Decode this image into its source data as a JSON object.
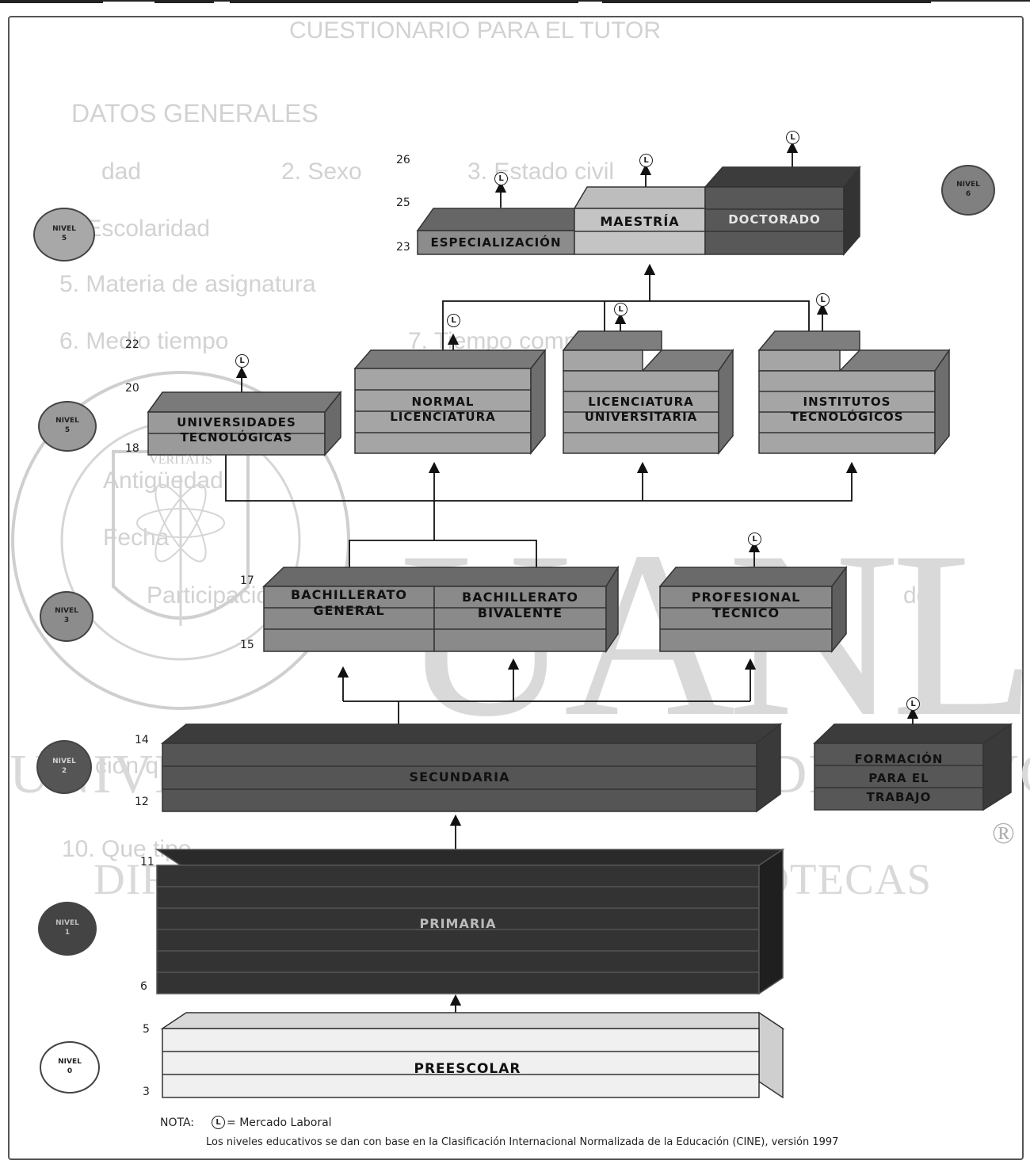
{
  "diagram": {
    "boxes": {
      "especializacion": "ESPECIALIZACIÓN",
      "maestria": "MAESTRÍA",
      "doctorado": "DOCTORADO",
      "univ_tec_1": "UNIVERSIDADES",
      "univ_tec_2": "TECNOLÓGICAS",
      "normal_1": "NORMAL",
      "normal_2": "LICENCIATURA",
      "lic_univ_1": "LICENCIATURA",
      "lic_univ_2": "UNIVERSITARIA",
      "inst_tec_1": "INSTITUTOS",
      "inst_tec_2": "TECNOLÓGICOS",
      "bach_gen_1": "BACHILLERATO",
      "bach_gen_2": "GENERAL",
      "bach_biv_1": "BACHILLERATO",
      "bach_biv_2": "BIVALENTE",
      "prof_tec_1": "PROFESIONAL",
      "prof_tec_2": "TECNICO",
      "secundaria": "SECUNDARIA",
      "formacion_1": "FORMACIÓN",
      "formacion_2": "PARA EL",
      "formacion_3": "TRABAJO",
      "primaria": "PRIMARIA",
      "preescolar": "PREESCOLAR"
    },
    "levels": [
      {
        "word": "NIVEL",
        "num": "6"
      },
      {
        "word": "NIVEL",
        "num": "5"
      },
      {
        "word": "NIVEL",
        "num": "5"
      },
      {
        "word": "NIVEL",
        "num": "3"
      },
      {
        "word": "NIVEL",
        "num": "2"
      },
      {
        "word": "NIVEL",
        "num": "1"
      },
      {
        "word": "NIVEL",
        "num": "0"
      }
    ],
    "ages": {
      "a26": "26",
      "a25": "25",
      "a23": "23",
      "a22": "22",
      "a20": "20",
      "a18": "18",
      "a17": "17",
      "a15": "15",
      "a14": "14",
      "a12": "12",
      "a11": "11",
      "a6": "6",
      "a5": "5",
      "a3": "3"
    },
    "marker": "L",
    "note": {
      "label": "NOTA:",
      "legend": "= Mercado Laboral",
      "source": "Los niveles educativos se dan con base en la Clasificación Internacional Normalizada de la Educación (CINE), versión 1997"
    }
  },
  "watermark": {
    "uanl": "UANL",
    "university": "UNIVERSIDAD AUTÓNOMA DE NUEVO LEÓN",
    "direccion": "DIRECCIÓN GENERAL DE BIBLIOTECAS",
    "registered": "®",
    "seal_motto": "VERITATIS",
    "ghost_form": [
      "CUESTIONARIO PARA EL TUTOR",
      "DATOS GENERALES",
      "dad",
      "2. Sexo",
      "3. Estado civil",
      "4. Escolaridad",
      "5. Materia de asignatura",
      "6. Medio tiempo",
      "7. Tiempo completo",
      "Antigüedad",
      "Fecha",
      "Participación",
      "de",
      "ción q",
      "10. Que tipo"
    ]
  }
}
